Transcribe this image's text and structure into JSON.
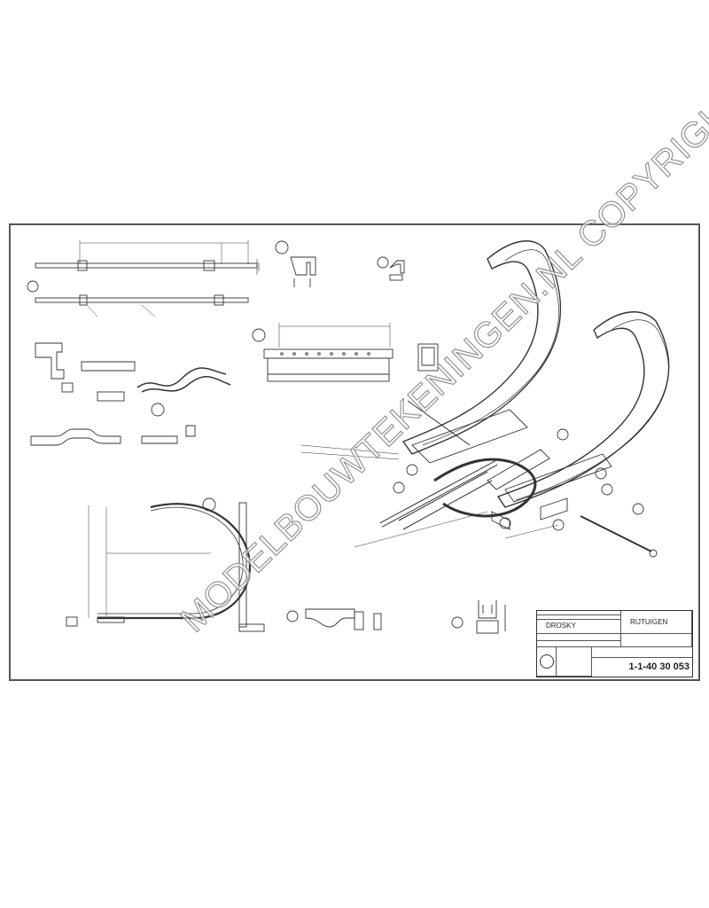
{
  "title_block": {
    "model": "DROSKY",
    "part": "RIJTUIGEN",
    "drawing_number": "1-1-40 30 053"
  },
  "watermark": {
    "text": "MODELBOUWTEKENINGEN.NL COPYRIGHT"
  },
  "colors": {
    "line": "#333333",
    "border": "#555555",
    "watermark_stroke": "#8c8c8c",
    "background": "#ffffff"
  }
}
